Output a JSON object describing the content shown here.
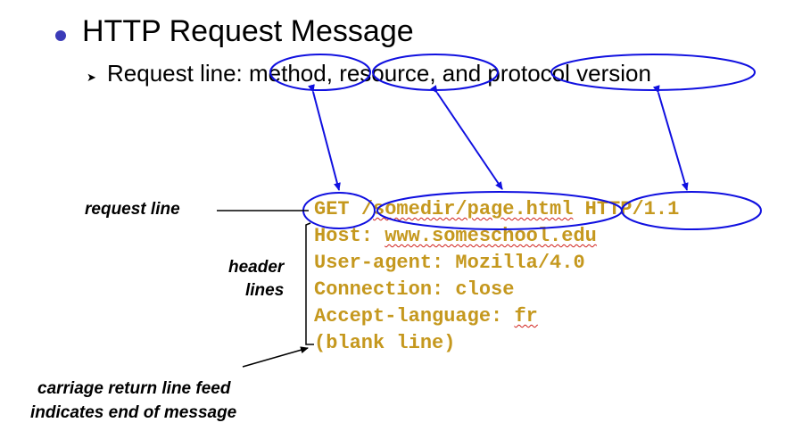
{
  "slide": {
    "title": "HTTP Request Message",
    "subtitle_prefix": "Request line",
    "subtitle_sep": ": ",
    "subtitle_method": "method",
    "subtitle_comma1": ", ",
    "subtitle_resource": "resource",
    "subtitle_and": ", and ",
    "subtitle_protocol": "protocol version"
  },
  "labels": {
    "request_line": "request line",
    "header_lines_1": "header",
    "header_lines_2": "lines",
    "crlf_1": "carriage return line feed",
    "crlf_2": "indicates end of message"
  },
  "message": {
    "req_method": "GET ",
    "req_path_slash": "/",
    "req_path_rest": "somedir/page.html",
    "req_space": " ",
    "req_version": "HTTP/1.1",
    "host_key": "Host: ",
    "host_val": "www.someschool.edu",
    "ua": "User-agent: Mozilla/4.0",
    "conn": "Connection: close",
    "lang_key": "Accept-language: ",
    "lang_val": "fr",
    "blank": "(blank line)"
  },
  "colors": {
    "accent_blue": "#1010e0",
    "code_gold": "#c5981e",
    "bullet": "#3b3bb8",
    "spell_red": "#d0201a"
  }
}
